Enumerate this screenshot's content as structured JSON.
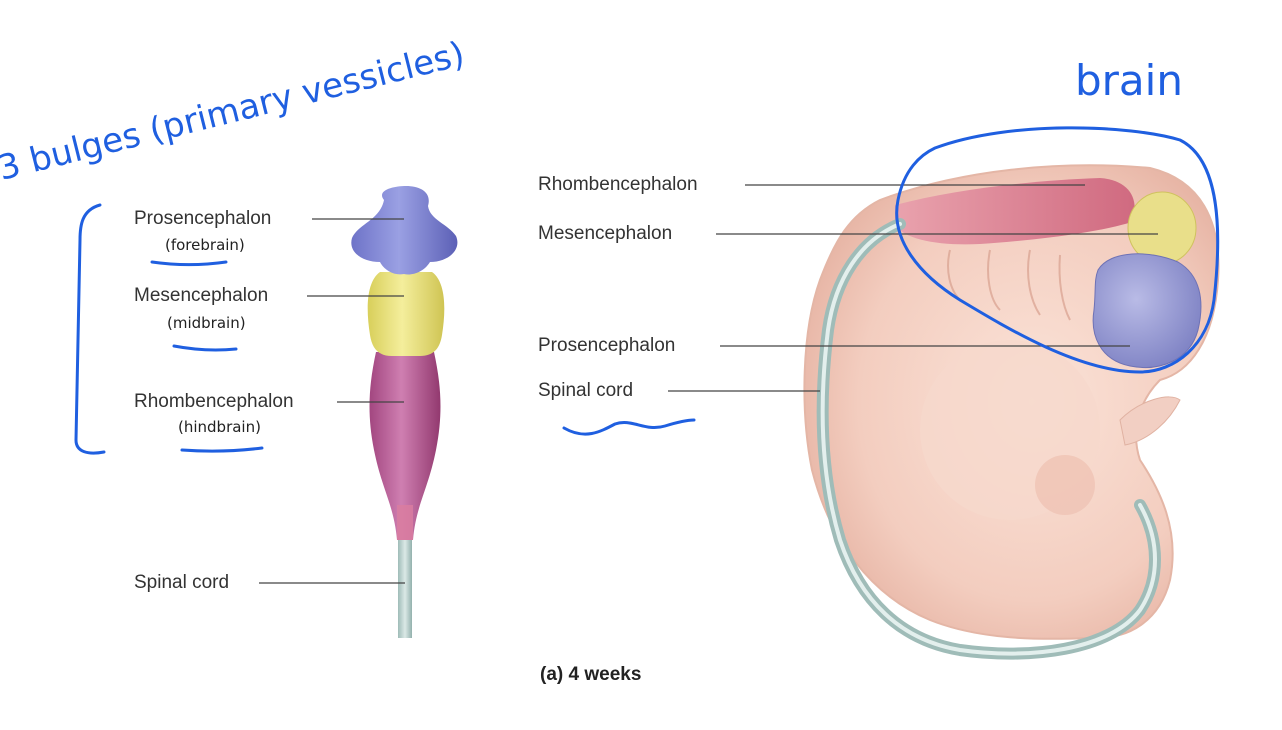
{
  "left_diagram": {
    "labels": [
      {
        "name": "Prosencephalon",
        "sub": "(forebrain)"
      },
      {
        "name": "Mesencephalon",
        "sub": "(midbrain)"
      },
      {
        "name": "Rhombencephalon",
        "sub": "(hindbrain)"
      },
      {
        "name": "Spinal cord"
      }
    ],
    "colors": {
      "forebrain": "#7b7fcf",
      "midbrain": "#e6df7a",
      "hindbrain": "#b45a93",
      "spinal": "#bcd3d0"
    }
  },
  "right_diagram": {
    "labels": [
      "Rhombencephalon",
      "Mesencephalon",
      "Prosencephalon",
      "Spinal cord"
    ],
    "caption": "(a) 4 weeks"
  },
  "annotations": {
    "bulges": "3 bulges (primary vessicles)",
    "brain": "brain",
    "ink_color": "#1f5fe0"
  }
}
